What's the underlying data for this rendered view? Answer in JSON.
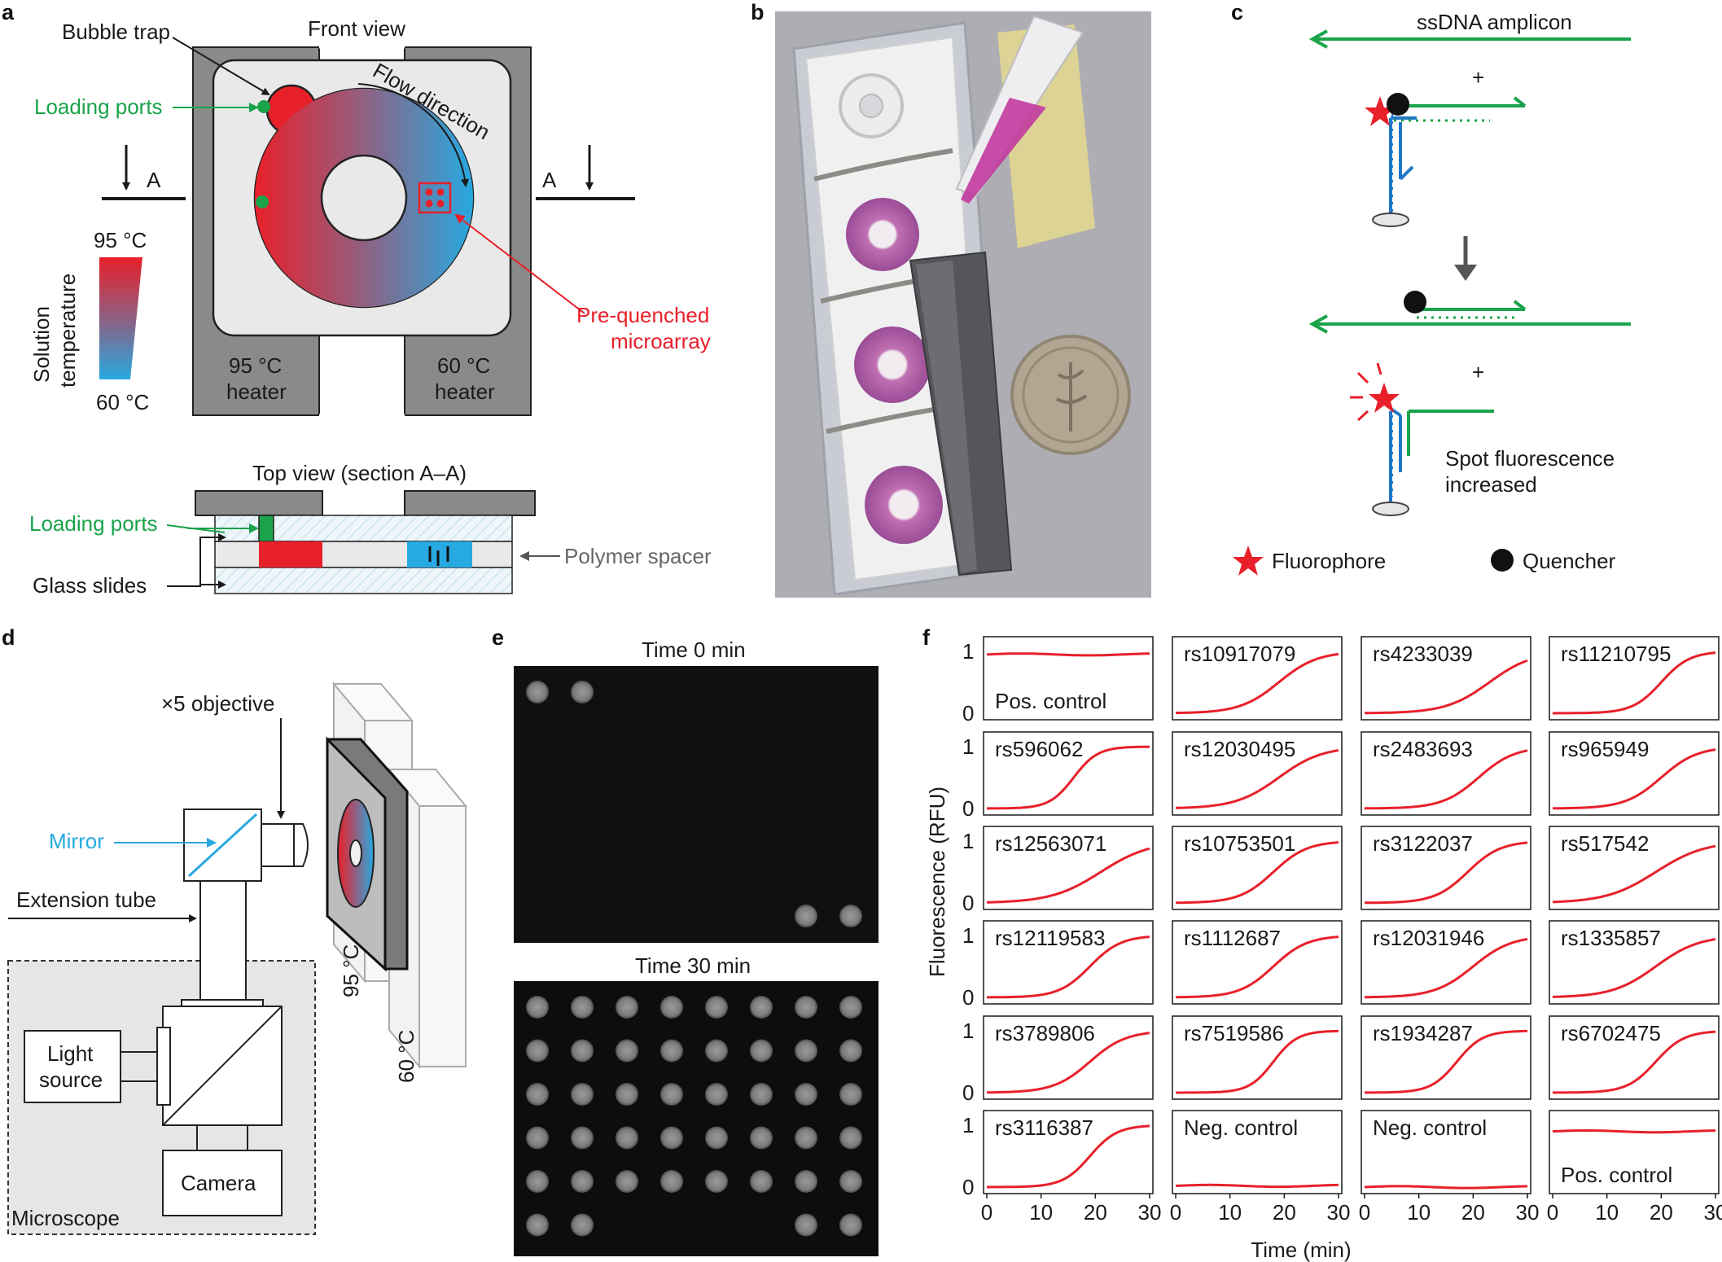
{
  "panels": {
    "a": "a",
    "b": "b",
    "c": "c",
    "d": "d",
    "e": "e",
    "f": "f"
  },
  "panel_a": {
    "front_view": "Front view",
    "bubble_trap": "Bubble trap",
    "loading_ports": "Loading ports",
    "flow_direction": "Flow direction",
    "section_marker": "A",
    "temp_high": "95 °C",
    "temp_low": "60 °C",
    "solution_temperature_1": "Solution",
    "solution_temperature_2": "temperature",
    "heater95_1": "95 °C",
    "heater95_2": "heater",
    "heater60_1": "60 °C",
    "heater60_2": "heater",
    "prequenched_1": "Pre-quenched",
    "prequenched_2": "microarray",
    "top_view": "Top view (section A–A)",
    "loading_ports_2": "Loading ports",
    "polymer_spacer": "Polymer spacer",
    "glass_slides": "Glass slides"
  },
  "panel_c": {
    "ssdna_amplicon": "ssDNA amplicon",
    "plus1": "+",
    "plus2": "+",
    "spot_fluor_1": "Spot fluorescence",
    "spot_fluor_2": "increased",
    "legend_fluorophore": "Fluorophore",
    "legend_quencher": "Quencher"
  },
  "panel_d": {
    "objective": "×5 objective",
    "mirror": "Mirror",
    "extension_tube": "Extension tube",
    "light_source_1": "Light",
    "light_source_2": "source",
    "camera": "Camera",
    "microscope": "Microscope",
    "heater95": "95 °C",
    "heater60": "60 °C"
  },
  "panel_e": {
    "time0": "Time 0 min",
    "time30": "Time 30 min",
    "spot_grid_rows": 6,
    "spot_grid_cols": 8
  },
  "colors": {
    "hot": "#e8202a",
    "cold": "#27a9e1",
    "green": "#1aa34a",
    "curve": "#e8202a",
    "heater_grey": "#8a8a8a",
    "chip_grey": "#e9e9e9"
  },
  "chart_data": {
    "type": "line",
    "grid_layout": "6 rows x 4 columns of small multiples",
    "xlabel": "Time (min)",
    "ylabel": "Fluorescence (RFU)",
    "xlim": [
      0,
      30
    ],
    "ylim": [
      0,
      1
    ],
    "xticks": [
      0,
      10,
      20,
      30
    ],
    "yticks": [
      0,
      1
    ],
    "panels": [
      {
        "name": "Pos. control",
        "kind": "flat",
        "level": 0.95,
        "label_position": "bottom"
      },
      {
        "name": "rs10917079",
        "kind": "sigmoid",
        "midpoint": 19,
        "top": 1.0,
        "slope": 0.28
      },
      {
        "name": "rs4233039",
        "kind": "sigmoid",
        "midpoint": 23,
        "top": 1.0,
        "slope": 0.25
      },
      {
        "name": "rs11210795",
        "kind": "sigmoid",
        "midpoint": 20,
        "top": 1.0,
        "slope": 0.38
      },
      {
        "name": "rs596062",
        "kind": "sigmoid",
        "midpoint": 16,
        "top": 1.0,
        "slope": 0.45
      },
      {
        "name": "rs12030495",
        "kind": "sigmoid",
        "midpoint": 19,
        "top": 1.0,
        "slope": 0.25
      },
      {
        "name": "rs2483693",
        "kind": "sigmoid",
        "midpoint": 21,
        "top": 1.0,
        "slope": 0.3
      },
      {
        "name": "rs965949",
        "kind": "sigmoid",
        "midpoint": 20,
        "top": 1.0,
        "slope": 0.3
      },
      {
        "name": "rs12563071",
        "kind": "sigmoid",
        "midpoint": 21,
        "top": 1.0,
        "slope": 0.22
      },
      {
        "name": "rs10753501",
        "kind": "sigmoid",
        "midpoint": 18,
        "top": 1.0,
        "slope": 0.32
      },
      {
        "name": "rs3122037",
        "kind": "sigmoid",
        "midpoint": 19,
        "top": 1.0,
        "slope": 0.33
      },
      {
        "name": "rs517542",
        "kind": "sigmoid",
        "midpoint": 19,
        "top": 1.0,
        "slope": 0.22
      },
      {
        "name": "rs12119583",
        "kind": "sigmoid",
        "midpoint": 19,
        "top": 1.0,
        "slope": 0.35
      },
      {
        "name": "rs1112687",
        "kind": "sigmoid",
        "midpoint": 18,
        "top": 1.0,
        "slope": 0.32
      },
      {
        "name": "rs12031946",
        "kind": "sigmoid",
        "midpoint": 20,
        "top": 1.0,
        "slope": 0.28
      },
      {
        "name": "rs1335857",
        "kind": "sigmoid",
        "midpoint": 19,
        "top": 1.0,
        "slope": 0.25
      },
      {
        "name": "rs3789806",
        "kind": "sigmoid",
        "midpoint": 19,
        "top": 1.0,
        "slope": 0.3
      },
      {
        "name": "rs7519586",
        "kind": "sigmoid",
        "midpoint": 18,
        "top": 1.0,
        "slope": 0.45
      },
      {
        "name": "rs1934287",
        "kind": "sigmoid",
        "midpoint": 17,
        "top": 1.0,
        "slope": 0.42
      },
      {
        "name": "rs6702475",
        "kind": "sigmoid",
        "midpoint": 19,
        "top": 1.0,
        "slope": 0.38
      },
      {
        "name": "rs3116387",
        "kind": "sigmoid",
        "midpoint": 19,
        "top": 1.0,
        "slope": 0.4
      },
      {
        "name": "Neg. control",
        "kind": "flat",
        "level": 0.02
      },
      {
        "name": "Neg. control",
        "kind": "flat",
        "level": 0.0
      },
      {
        "name": "Pos. control",
        "kind": "flat",
        "level": 0.9,
        "label_position": "bottom"
      }
    ]
  }
}
